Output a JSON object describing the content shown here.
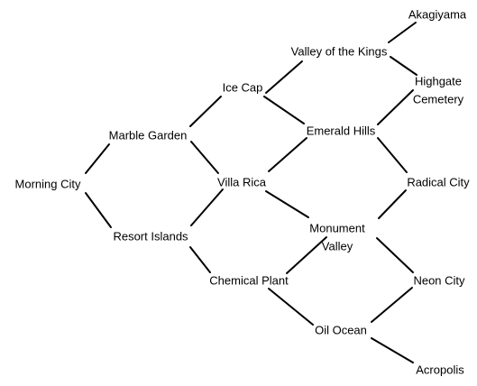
{
  "nodes": [
    {
      "id": "akagiyama",
      "lines": [
        "Akagiyama"
      ]
    },
    {
      "id": "valley-of-the-kings",
      "lines": [
        "Valley of the Kings"
      ]
    },
    {
      "id": "highgate-cemetery",
      "lines": [
        "Highgate",
        "Cemetery"
      ]
    },
    {
      "id": "ice-cap",
      "lines": [
        "Ice Cap"
      ]
    },
    {
      "id": "emerald-hills",
      "lines": [
        "Emerald Hills"
      ]
    },
    {
      "id": "marble-garden",
      "lines": [
        "Marble Garden"
      ]
    },
    {
      "id": "villa-rica",
      "lines": [
        "Villa Rica"
      ]
    },
    {
      "id": "radical-city",
      "lines": [
        "Radical City"
      ]
    },
    {
      "id": "morning-city",
      "lines": [
        "Morning City"
      ]
    },
    {
      "id": "monument-valley",
      "lines": [
        "Monument",
        "Valley"
      ]
    },
    {
      "id": "resort-islands",
      "lines": [
        "Resort Islands"
      ]
    },
    {
      "id": "chemical-plant",
      "lines": [
        "Chemical Plant"
      ]
    },
    {
      "id": "neon-city",
      "lines": [
        "Neon City"
      ]
    },
    {
      "id": "oil-ocean",
      "lines": [
        "Oil Ocean"
      ]
    },
    {
      "id": "acropolis",
      "lines": [
        "Acropolis"
      ]
    }
  ],
  "edges": [
    [
      "ice-cap",
      "valley-of-the-kings"
    ],
    [
      "valley-of-the-kings",
      "akagiyama"
    ],
    [
      "valley-of-the-kings",
      "highgate-cemetery"
    ],
    [
      "highgate-cemetery",
      "emerald-hills"
    ],
    [
      "ice-cap",
      "marble-garden"
    ],
    [
      "ice-cap",
      "emerald-hills"
    ],
    [
      "marble-garden",
      "villa-rica"
    ],
    [
      "marble-garden",
      "morning-city"
    ],
    [
      "morning-city",
      "resort-islands"
    ],
    [
      "resort-islands",
      "villa-rica"
    ],
    [
      "resort-islands",
      "chemical-plant"
    ],
    [
      "emerald-hills",
      "villa-rica"
    ],
    [
      "emerald-hills",
      "radical-city"
    ],
    [
      "villa-rica",
      "monument-valley"
    ],
    [
      "radical-city",
      "monument-valley"
    ],
    [
      "monument-valley",
      "chemical-plant"
    ],
    [
      "monument-valley",
      "neon-city"
    ],
    [
      "chemical-plant",
      "oil-ocean"
    ],
    [
      "neon-city",
      "oil-ocean"
    ],
    [
      "oil-ocean",
      "acropolis"
    ]
  ]
}
